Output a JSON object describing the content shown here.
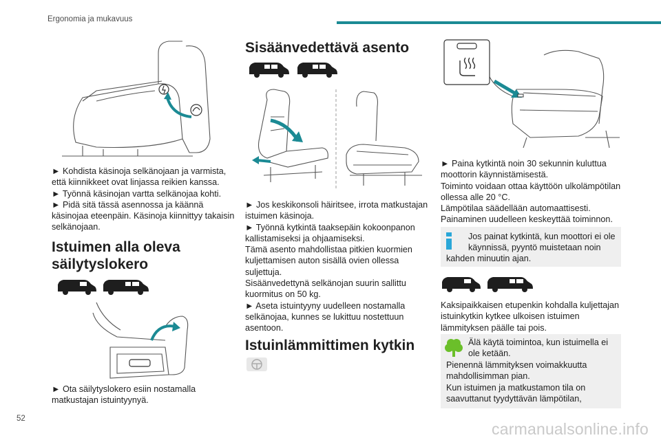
{
  "header": {
    "section_title": "Ergonomia ja mukavuus"
  },
  "page": {
    "number": "52"
  },
  "watermark": "carmanualsonline.info",
  "colors": {
    "accent": "#1b8a94",
    "info": "#2aa7d8",
    "eco": "#6bbf2a",
    "box_bg": "#efefef"
  },
  "col1": {
    "para1": [
      "► Kohdista käsinoja selkänojaan ja varmista,",
      "että kiinnikkeet ovat linjassa reikien kanssa.",
      "► Työnnä käsinojan vartta selkänojaa kohti.",
      "► Pidä sitä tässä asennossa ja käännä",
      "käsinojaa eteenpäin. Käsinoja kiinnittyy takaisin",
      "selkänojaan."
    ],
    "heading": [
      "Istuimen alla oleva",
      "säilytyslokero"
    ],
    "para2": [
      "► Ota säilytyslokero esiin nostamalla",
      "matkustajan istuintyynyä."
    ]
  },
  "col2": {
    "heading": "Sisäänvedettävä asento",
    "para": [
      "► Jos keskikonsoli häiritsee, irrota matkustajan",
      "istuimen käsinoja.",
      "► Työnnä kytkintä taaksepäin kokoonpanon",
      "kallistamiseksi ja ohjaamiseksi.",
      "Tämä asento mahdollistaa pitkien kuormien",
      "kuljettamisen auton sisällä ovien ollessa",
      "suljettuja.",
      "Sisäänvedettynä selkänojan suurin sallittu",
      "kuormitus on 50 kg.",
      "► Aseta istuintyyny uudelleen nostamalla",
      "selkänojaa, kunnes se lukittuu nostettuun",
      "asentoon."
    ],
    "heading2": "Istuinlämmittimen kytkin"
  },
  "col3": {
    "para": [
      "► Paina kytkintä noin 30 sekunnin kuluttua",
      "moottorin käynnistämisestä.",
      "Toiminto voidaan ottaa käyttöön ulkolämpötilan",
      "ollessa alle 20 °C.",
      "Lämpötilaa säädellään automaattisesti.",
      "Painaminen uudelleen keskeyttää toiminnon."
    ],
    "info_box": [
      "Jos painat kytkintä, kun moottori ei ole",
      "käynnissä, pyyntö muistetaan noin",
      "kahden minuutin ajan."
    ],
    "para2": [
      "Kaksipaikkaisen etupenkin kohdalla kuljettajan",
      "istuinkytkin kytkee ulkoisen istuimen",
      "lämmityksen päälle tai pois."
    ],
    "eco_box": [
      "Älä käytä toimintoa, kun istuimella ei",
      "ole ketään.",
      "Pienennä lämmityksen voimakkuutta",
      "mahdollisimman pian.",
      "Kun istuimen ja matkustamon tila on",
      "saavuttanut tyydyttävän lämpötilan,"
    ]
  }
}
